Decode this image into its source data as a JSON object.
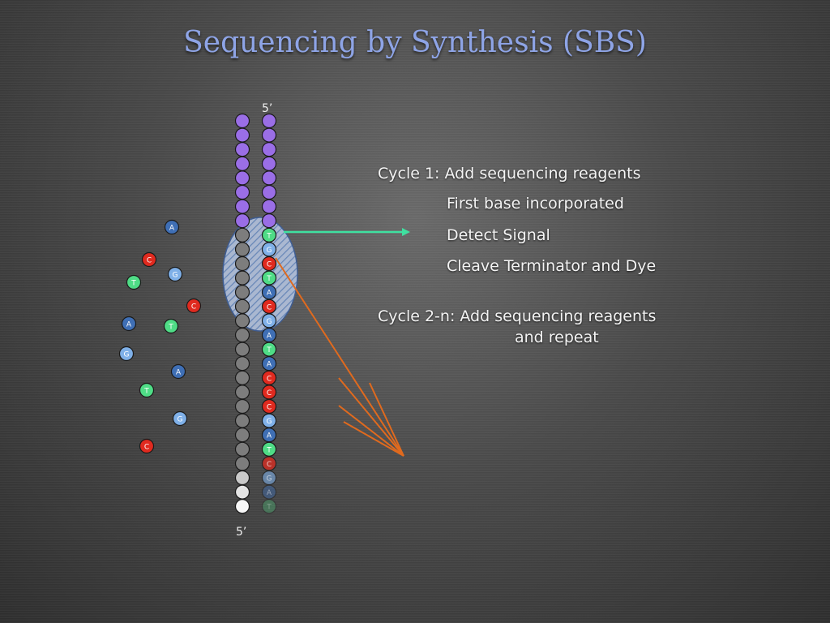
{
  "title": "Sequencing by Synthesis (SBS)",
  "labels": {
    "top_prime": "5’",
    "bottom_prime": "5’"
  },
  "steps": {
    "cycle1": "Cycle 1: Add sequencing reagents",
    "first_base": "First base incorporated",
    "detect": "Detect Signal",
    "cleave": "Cleave Terminator and Dye",
    "cycle2_line1": "Cycle 2-n:  Add sequencing reagents",
    "cycle2_line2": "and repeat"
  },
  "colors": {
    "A": "#3f6fb5",
    "C": "#e02a1f",
    "G": "#7fb0e8",
    "T": "#4fdc86",
    "backbone_primer": "#9a6ee6",
    "template_gray": "#7d7d7d",
    "arrow_green": "#3fe0a0",
    "arrow_orange": "#e06a1e"
  },
  "primer_count": 8,
  "template_bases": [
    "T",
    "G",
    "C",
    "T",
    "A",
    "C",
    "G",
    "A",
    "T",
    "A",
    "C",
    "C",
    "C",
    "G",
    "A",
    "T",
    "C",
    "G",
    "A",
    "T"
  ],
  "free_nucleotides": [
    "A",
    "C",
    "G",
    "T",
    "C",
    "A",
    "T",
    "G",
    "A",
    "T",
    "G",
    "C"
  ]
}
